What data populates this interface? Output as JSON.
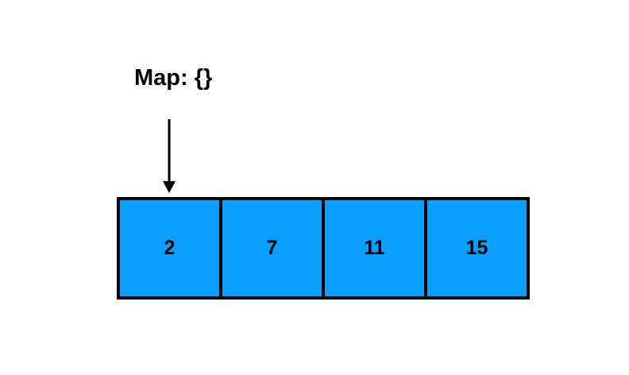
{
  "diagram": {
    "map_label": "Map: {}",
    "array_cells": [
      {
        "value": "2"
      },
      {
        "value": "7"
      },
      {
        "value": "11"
      },
      {
        "value": "15"
      }
    ],
    "icons": {
      "pointer": "arrow-down-icon"
    },
    "colors": {
      "cell_fill": "#0A9FFF",
      "cell_border": "#000000",
      "text": "#000000",
      "background": "#FFFFFF"
    }
  }
}
